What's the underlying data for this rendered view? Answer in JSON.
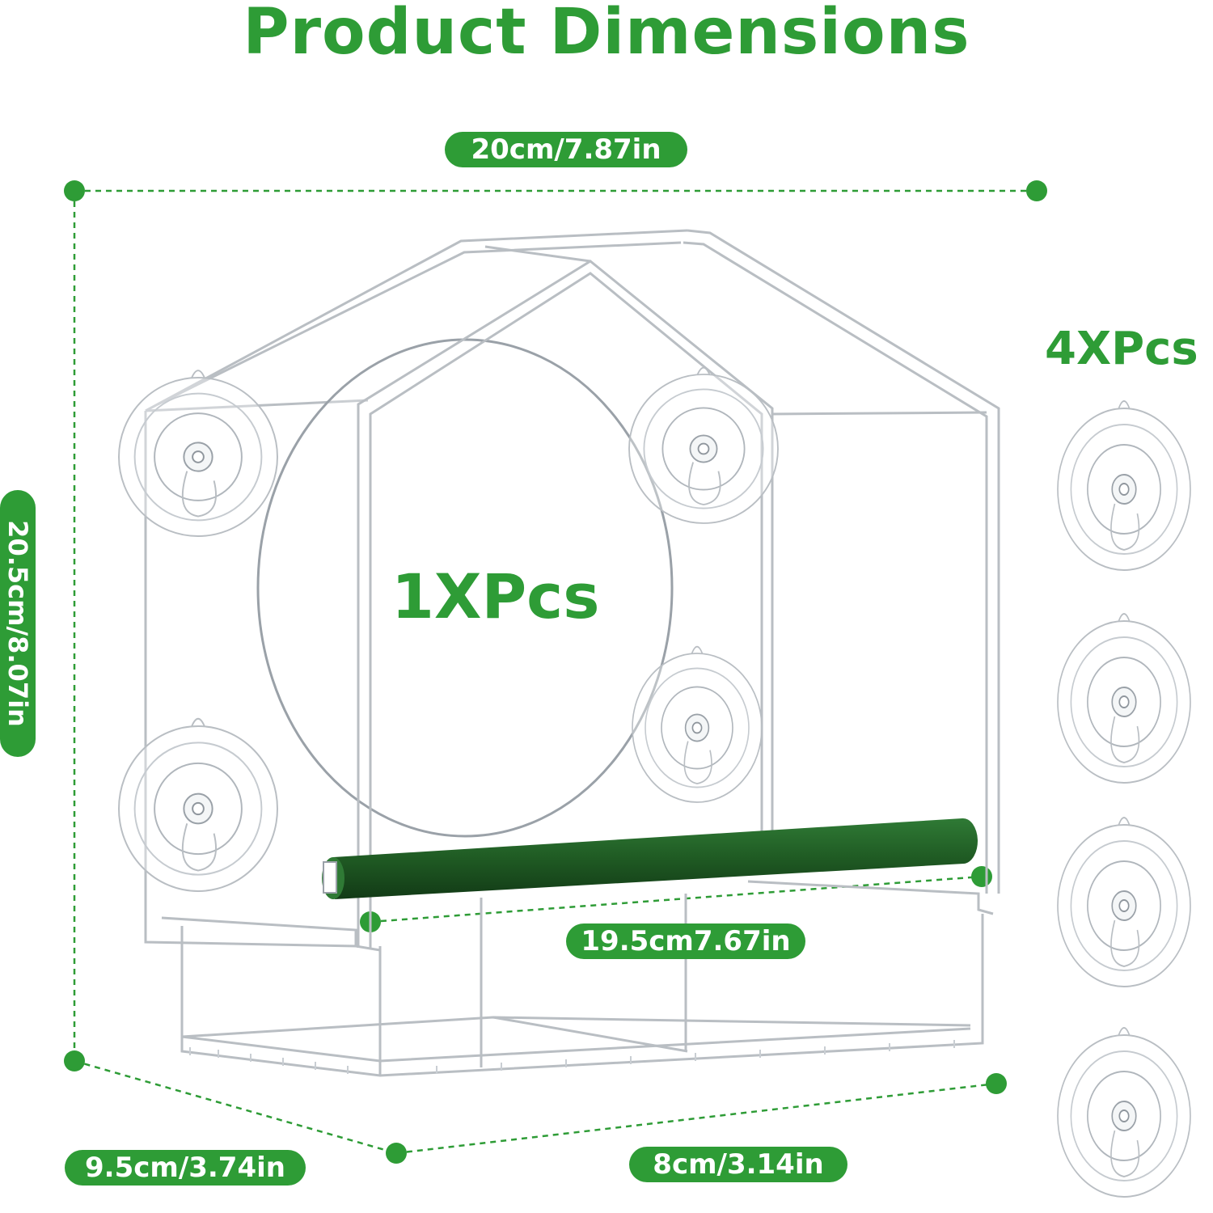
{
  "title": "Product Dimensions",
  "colors": {
    "accent": "#2e9c36",
    "perch": "#1f5a23",
    "acrylic": "#b9bec3"
  },
  "dimensions": {
    "width_top": "20cm/7.87in",
    "height": "20.5cm/8.07in",
    "perch_length": "19.5cm7.67in",
    "depth": "9.5cm/3.74in",
    "tray_width": "8cm/3.14in"
  },
  "quantities": {
    "feeder": "1XPcs",
    "suction_cups": "4XPcs"
  },
  "icons": [
    "suction-cup-icon",
    "dimension-dot-icon"
  ]
}
